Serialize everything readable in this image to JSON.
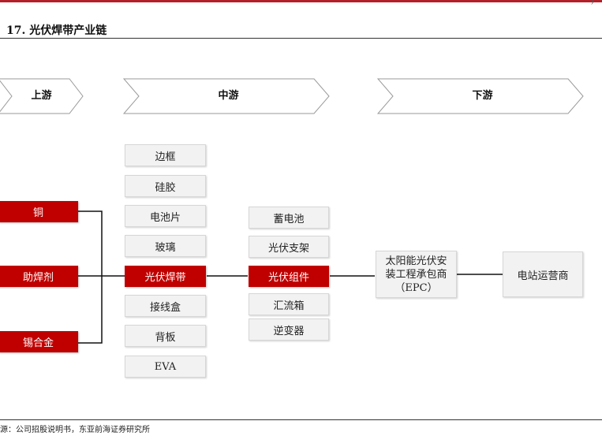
{
  "header": {
    "top_mark": ")"
  },
  "figure_title": "17. 光伏焊带产业链",
  "stages": {
    "upstream": "上游",
    "midstream": "中游",
    "downstream": "下游"
  },
  "upstream_items": [
    "铜",
    "助焊剂",
    "锡合金"
  ],
  "ribbon_components": [
    "边框",
    "硅胶",
    "电池片",
    "玻璃",
    "光伏焊带",
    "接线盒",
    "背板",
    "EVA"
  ],
  "module_components": [
    "蓄电池",
    "光伏支架",
    "光伏组件",
    "汇流箱",
    "逆变器"
  ],
  "epc": {
    "line1": "太阳能光伏安",
    "line2": "装工程承包商",
    "line3": "（EPC）"
  },
  "operator": "电站运营商",
  "source": "源：公司招股说明书，东亚前海证券研究所",
  "colors": {
    "accent": "#c00000",
    "rule": "#b3202a",
    "box_fill": "#f2f2f2"
  }
}
